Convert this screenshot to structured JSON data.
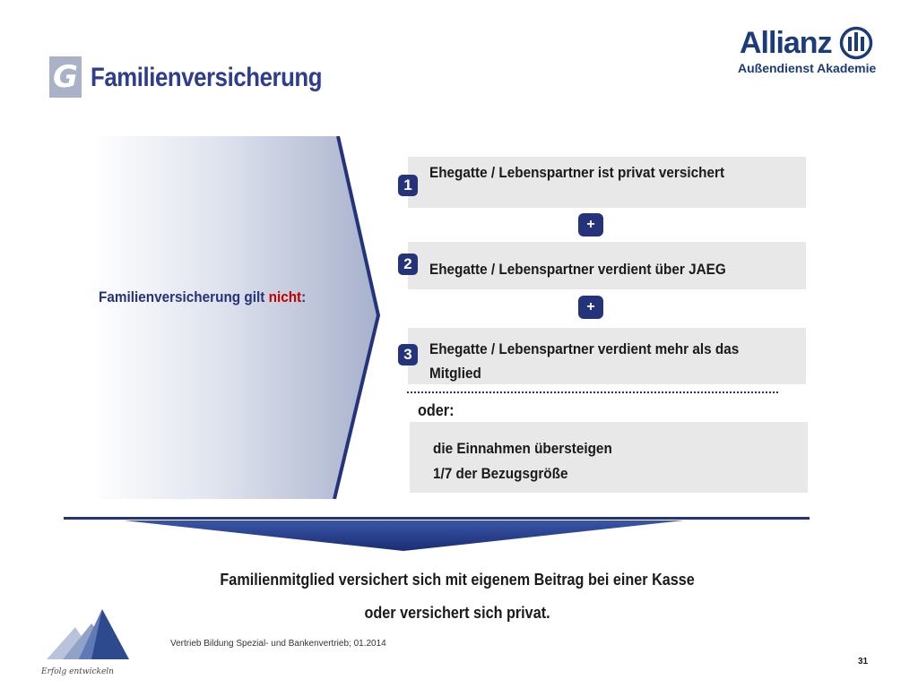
{
  "header": {
    "section_letter": "G",
    "title": "Familienversicherung"
  },
  "logo": {
    "wordmark": "Allianz",
    "subtitle": "Außendienst Akademie"
  },
  "condition": {
    "text_prefix": "Familienversicherung gilt ",
    "text_negation": "nicht",
    "text_suffix": ":"
  },
  "items": [
    {
      "number": "1",
      "text": "Ehegatte / Lebenspartner ist privat versichert"
    },
    {
      "number": "2",
      "text": "Ehegatte / Lebenspartner verdient über JAEG"
    },
    {
      "number": "3",
      "line1": "Ehegatte / Lebenspartner verdient mehr als das",
      "line2": "Mitglied"
    }
  ],
  "plus_symbol": "+",
  "alternative": {
    "label": "oder:",
    "line1": "die Einnahmen übersteigen",
    "line2": "1/7 der Bezugsgröße"
  },
  "conclusion": {
    "line1": "Familienmitglied versichert sich mit eigenem Beitrag bei einer Kasse",
    "line2": "oder versichert sich privat."
  },
  "footer": {
    "signature": "Erfolg entwickeln",
    "text": "Vertrieb Bildung Spezial- und Bankenvertrieb; 01.2014",
    "page_number": "31"
  },
  "colors": {
    "primary": "#24337a",
    "accent_negation": "#c00000",
    "box_background": "#e8e8e8"
  },
  "icons": {
    "logo_emblem": "allianz-eagle-emblem",
    "footer_logo": "mountain-triangle-logo"
  }
}
